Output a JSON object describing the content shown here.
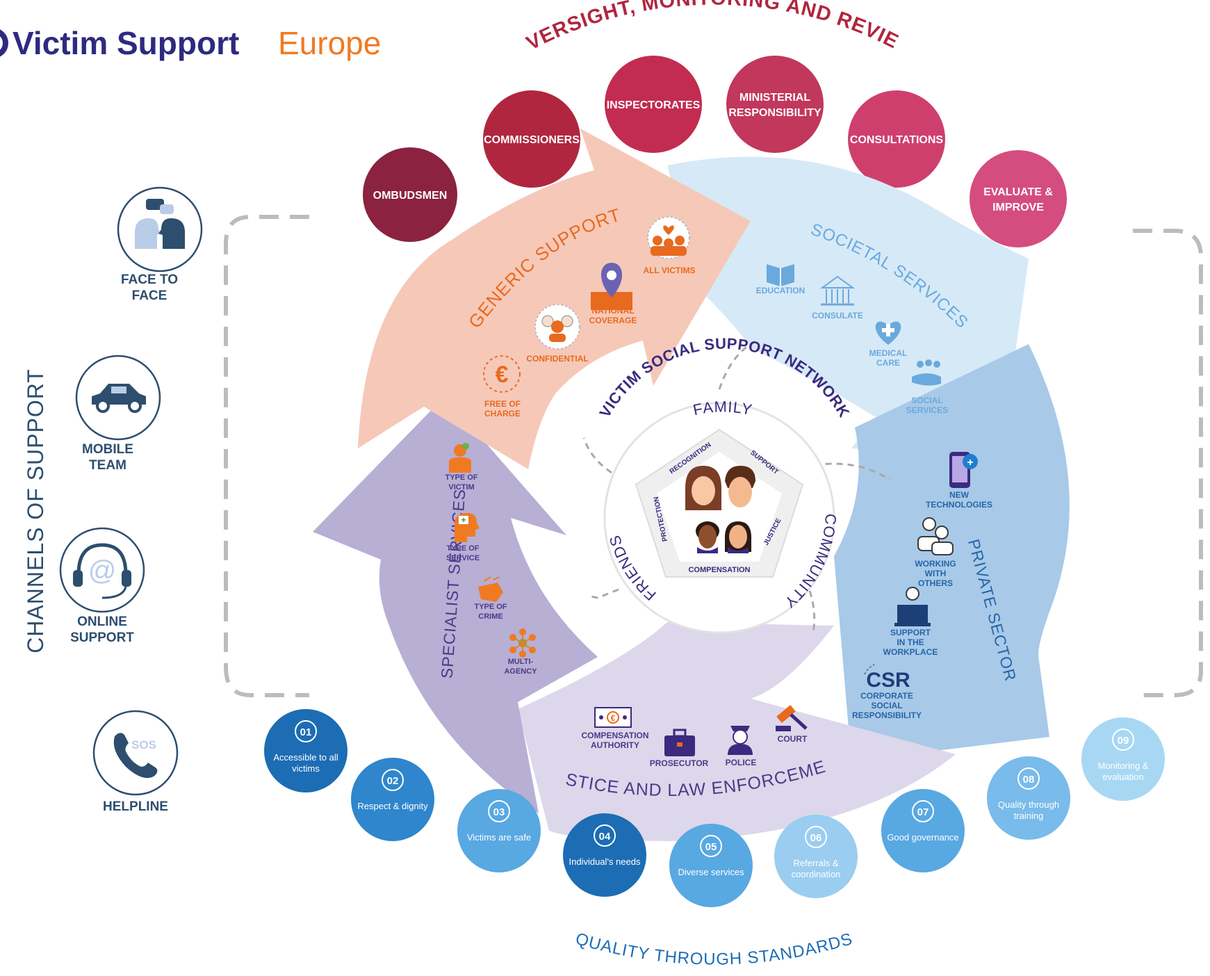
{
  "logo": {
    "word1": "Victim Support",
    "word2": "Europe",
    "color1": "#2e2a80",
    "color2": "#f07a22"
  },
  "oversight": {
    "title": "OVERSIGHT, MONITORING AND REVIEW",
    "items": [
      "OMBUDSMEN",
      "COMMISSIONERS",
      "INSPECTORATES",
      "MINISTERIAL|RESPONSIBILITY",
      "CONSULTATIONS",
      "EVALUATE &|IMPROVE"
    ]
  },
  "channels": {
    "title": "CHANNELS OF SUPPORT",
    "items": [
      {
        "label": "FACE TO|FACE",
        "icon": "face-to-face-icon"
      },
      {
        "label": "MOBILE|TEAM",
        "icon": "car-icon"
      },
      {
        "label": "ONLINE|SUPPORT",
        "icon": "headset-icon"
      },
      {
        "label": "HELPLINE",
        "icon": "phone-sos-icon"
      }
    ]
  },
  "generic_support": {
    "title": "GENERIC SUPPORT",
    "items": [
      {
        "label": "FREE OF|CHARGE",
        "icon": "euro-icon"
      },
      {
        "label": "CONFIDENTIAL",
        "icon": "confidential-icon"
      },
      {
        "label": "NATIONAL|COVERAGE",
        "icon": "map-pin-icon"
      },
      {
        "label": "ALL VICTIMS",
        "icon": "group-heart-icon"
      }
    ]
  },
  "societal_services": {
    "title": "SOCIETAL SERVICES",
    "items": [
      {
        "label": "EDUCATION",
        "icon": "book-icon"
      },
      {
        "label": "CONSULATE",
        "icon": "building-icon"
      },
      {
        "label": "MEDICAL|CARE",
        "icon": "heart-cross-icon"
      },
      {
        "label": "SOCIAL|SERVICES",
        "icon": "hand-people-icon"
      }
    ]
  },
  "private_sector": {
    "title": "PRIVATE SECTOR",
    "items": [
      {
        "label": "NEW|TECHNOLOGIES",
        "icon": "phone-plus-icon"
      },
      {
        "label": "WORKING|WITH|OTHERS",
        "icon": "coworkers-icon"
      },
      {
        "label": "SUPPORT|IN THE|WORKPLACE",
        "icon": "laptop-worker-icon"
      },
      {
        "label": "CORPORATE|SOCIAL|RESPONSIBILITY",
        "icon": "csr-icon",
        "big": "CSR"
      }
    ]
  },
  "justice": {
    "title": "JUSTICE AND LAW ENFORCEMENT",
    "items": [
      {
        "label": "COMPENSATION|AUTHORITY",
        "icon": "banknote-icon"
      },
      {
        "label": "PROSECUTOR",
        "icon": "briefcase-icon"
      },
      {
        "label": "POLICE",
        "icon": "police-icon"
      },
      {
        "label": "COURT",
        "icon": "gavel-icon"
      }
    ]
  },
  "specialist": {
    "title": "SPECIALIST SERVICES",
    "items": [
      {
        "label": "TYPE OF|VICTIM",
        "icon": "person-icon"
      },
      {
        "label": "TYPE OF|SERVICE",
        "icon": "head-plus-icon"
      },
      {
        "label": "TYPE OF|CRIME",
        "icon": "fist-icon"
      },
      {
        "label": "MULTI-|AGENCY",
        "icon": "network-people-icon"
      }
    ]
  },
  "center": {
    "title": "VICTIM SOCIAL SUPPORT NETWORK",
    "outer": [
      "FAMILY",
      "COMMUNITY",
      "FRIENDS"
    ],
    "pentagon": [
      "RECOGNITION",
      "SUPPORT",
      "JUSTICE",
      "COMPENSATION",
      "PROTECTION"
    ]
  },
  "standards": {
    "title": "QUALITY THROUGH STANDARDS",
    "items": [
      {
        "num": "01",
        "text": "Accessible to all|victims"
      },
      {
        "num": "02",
        "text": "Respect & dignity"
      },
      {
        "num": "03",
        "text": "Victims are safe"
      },
      {
        "num": "04",
        "text": "Individual's needs"
      },
      {
        "num": "05",
        "text": "Diverse services"
      },
      {
        "num": "06",
        "text": "Referrals &|coordination"
      },
      {
        "num": "07",
        "text": "Good governance"
      },
      {
        "num": "08",
        "text": "Quality through|training"
      },
      {
        "num": "09",
        "text": "Monitoring &|evaluation"
      }
    ]
  },
  "colors": {
    "oversight": [
      "#8b2240",
      "#b0263f",
      "#c22c50",
      "#c2375c",
      "#cf3f6e",
      "#d44d7e"
    ],
    "generic_fill": "#f6c8b8",
    "generic_text": "#e86a1e",
    "societal_fill": "#d6e9f7",
    "societal_text": "#6aa9dd",
    "private_fill": "#a8c9e8",
    "private_text": "#2566a8",
    "justice_fill": "#dcd7ea",
    "justice_text": "#4a3a8a",
    "specialist_fill": "#b7afd4",
    "specialist_text": "#4a3a8a",
    "channel": "#2d4e6e",
    "standards": [
      "#1c6db4",
      "#2f86cc",
      "#58a8e2",
      "#1c6db4",
      "#58a8e2",
      "#9bcdf0",
      "#58a8e2",
      "#79bbea",
      "#a8d7f4"
    ]
  }
}
